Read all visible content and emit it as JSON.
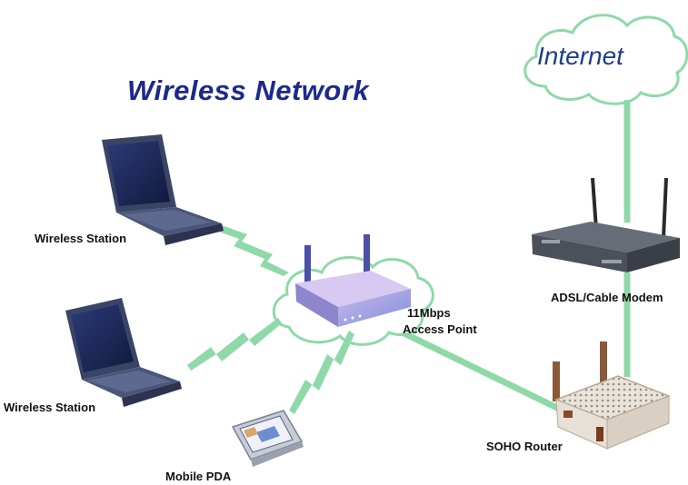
{
  "diagram": {
    "title": "Wireless Network",
    "internet_label": "Internet",
    "devices": {
      "station_1": "Wireless Station",
      "station_2": "Wireless Station",
      "pda": "Mobile PDA",
      "access_point_line1": "11Mbps",
      "access_point_line2": "Access Point",
      "modem": "ADSL/Cable Modem",
      "router": "SOHO Router"
    },
    "colors": {
      "title": "#1c2a8c",
      "link": "#8fd9a8",
      "cloud_outline": "#8fd9a8",
      "internet_text": "#1f3d8a"
    }
  }
}
